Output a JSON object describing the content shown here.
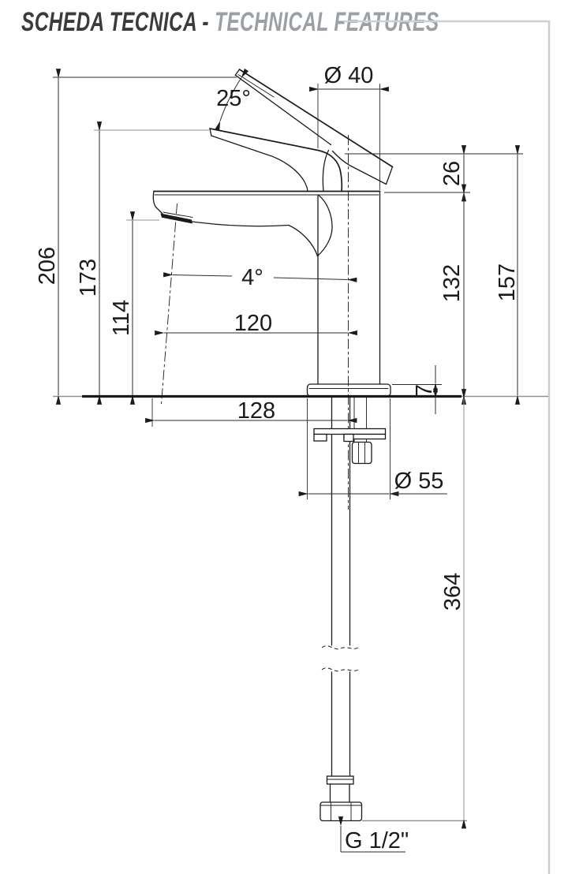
{
  "header": {
    "title_primary": "SCHEDA TECNICA - ",
    "title_secondary": "TECHNICAL FEATURES"
  },
  "drawing": {
    "kind": "single-lever basin mixer technical drawing, side elevation",
    "dimensions": {
      "handle_open_angle": "25°",
      "body_diameter": "Ø 40",
      "cartridge_neck_height": "26",
      "total_height_handle_up": "206",
      "total_height_handle_down": "173",
      "spout_outlet_height": "114",
      "spout_axis_tilt": "4°",
      "body_top_height": "132",
      "neck_top_height": "157",
      "spout_reach_to_axis": "120",
      "spout_reach_at_base": "128",
      "base_plate_thickness": "7",
      "base_plate_diameter": "Ø 55",
      "supply_hose_length": "364",
      "connection_thread": "G 1/2\""
    }
  },
  "colors": {
    "line": "#1b1b1b",
    "dimension_line": "#2b2b2b",
    "extension_gray": "#8f9193",
    "page_border": "#cdd0d3",
    "title_primary": "#3b3b3c",
    "title_secondary": "#9aa0a5",
    "background": "#ffffff"
  }
}
